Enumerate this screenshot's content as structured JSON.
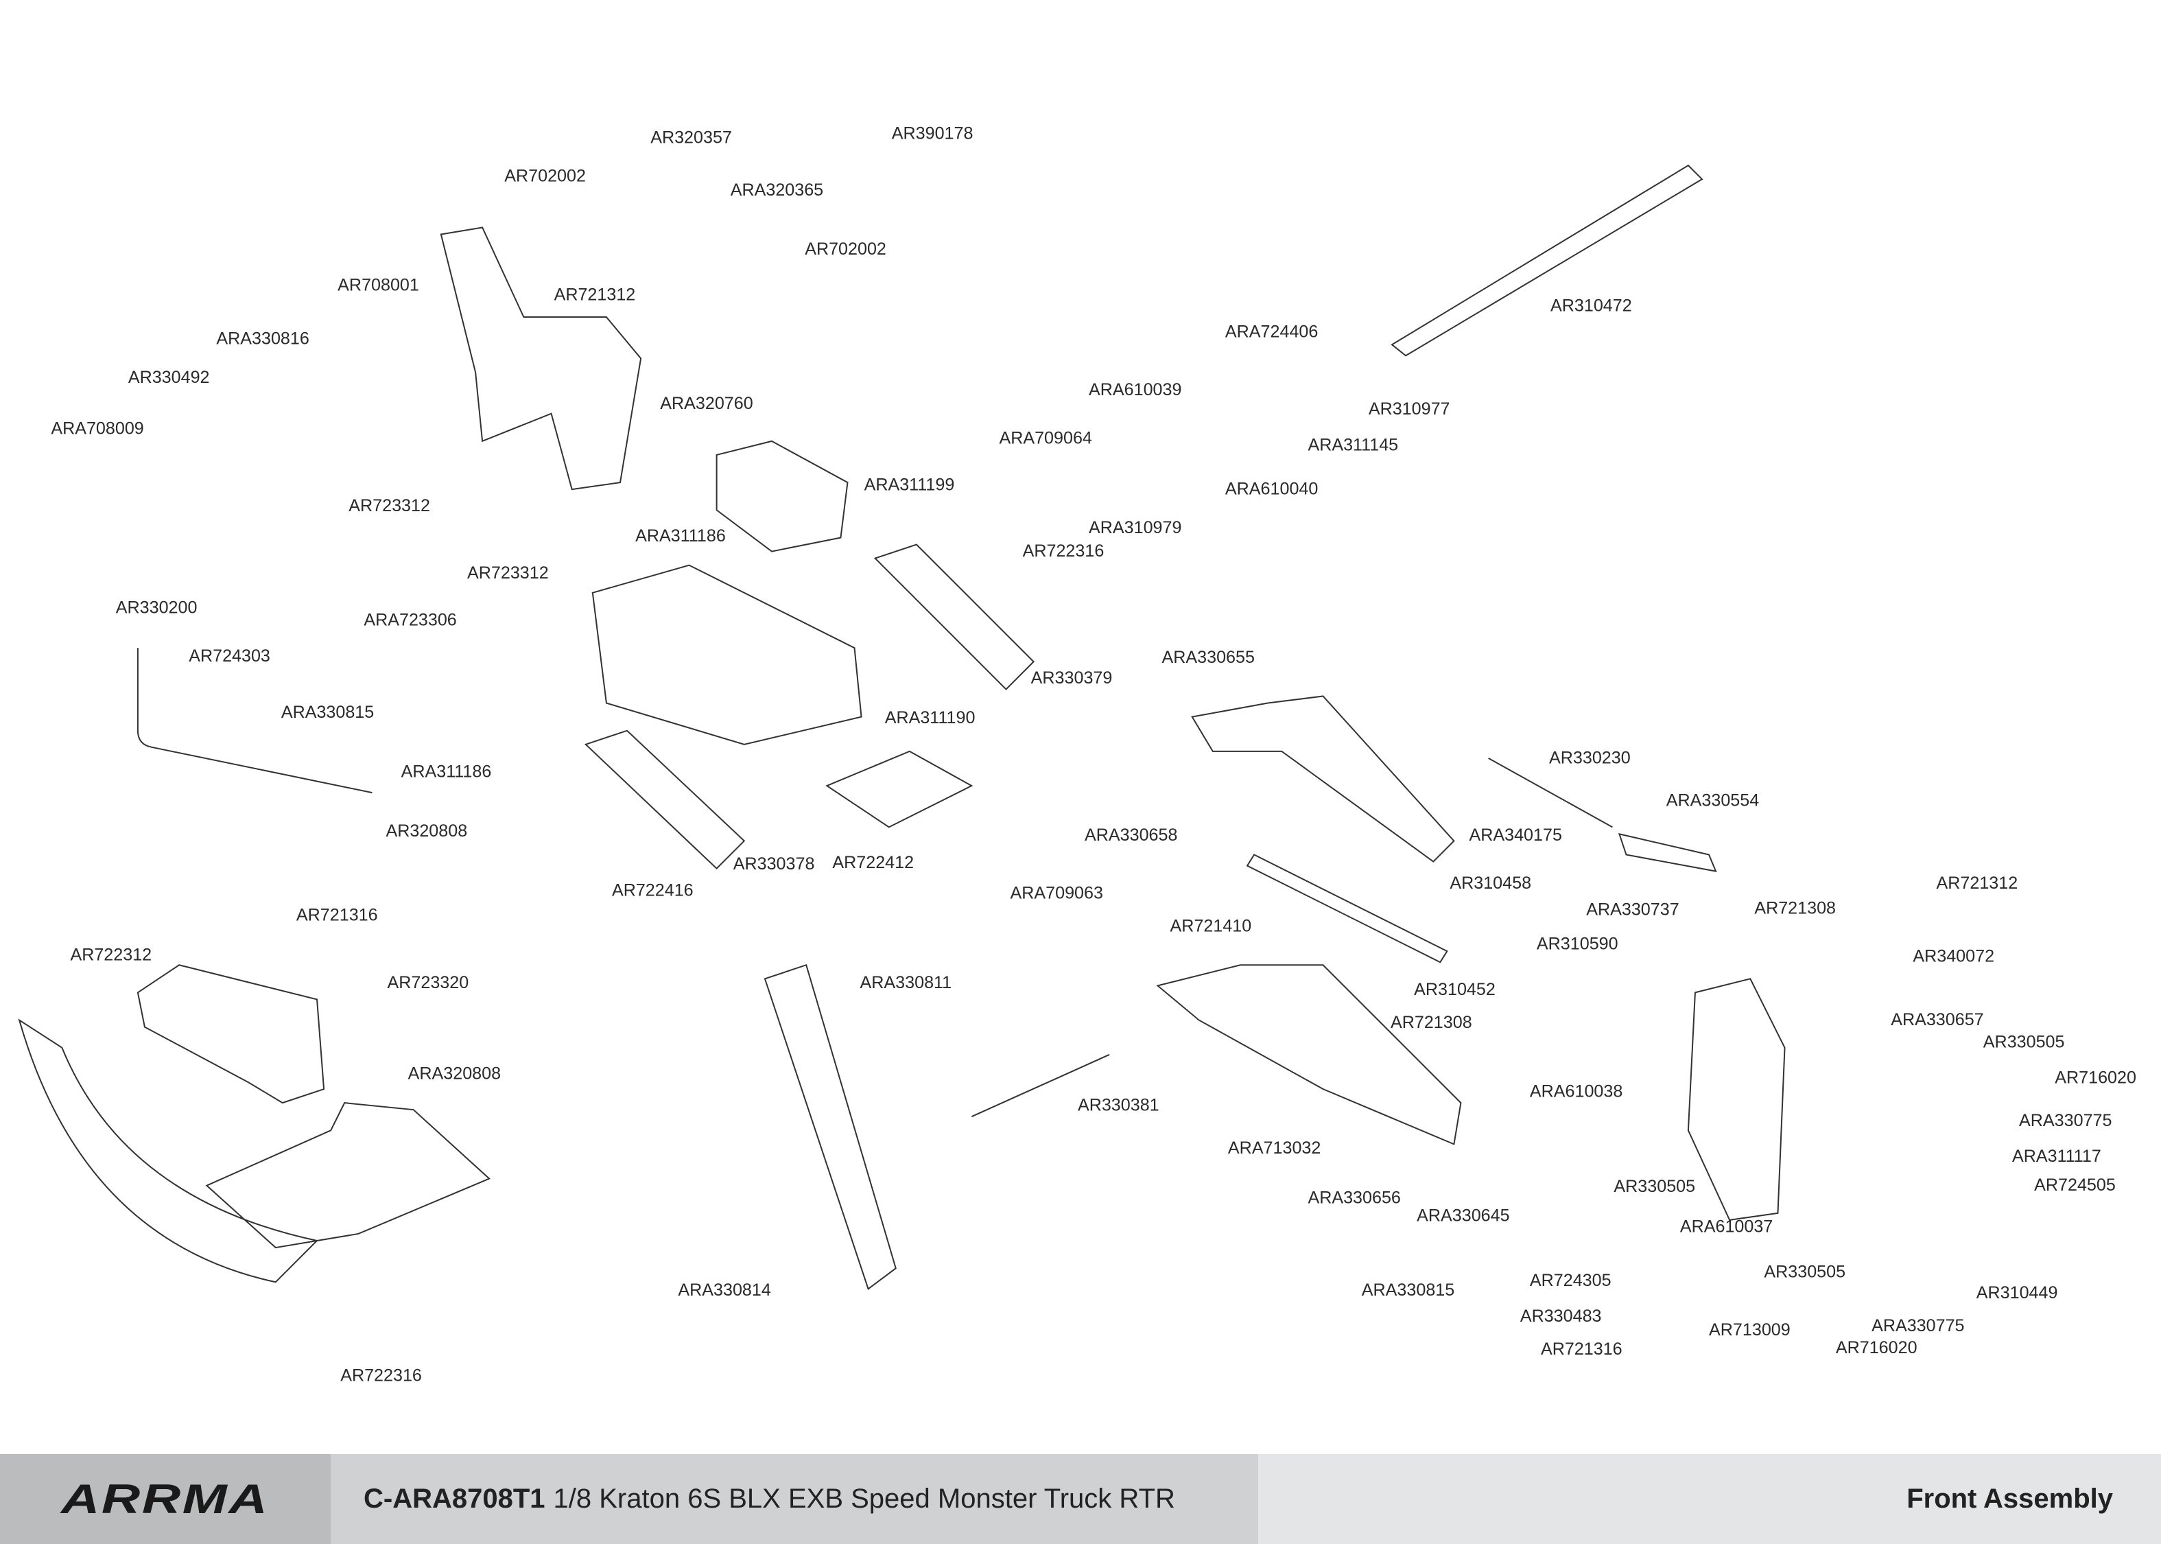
{
  "labels": [
    "AR320357",
    "AR390178",
    "AR702002",
    "ARA320365",
    "AR702002",
    "AR708001",
    "AR721312",
    "AR310472",
    "ARA330816",
    "ARA724406",
    "AR330492",
    "ARA610039",
    "ARA320760",
    "AR310977",
    "ARA708009",
    "ARA709064",
    "ARA311145",
    "ARA311199",
    "ARA610040",
    "AR723312",
    "ARA310979",
    "ARA311186",
    "AR722316",
    "AR723312",
    "AR330200",
    "ARA723306",
    "AR330379",
    "AR724303",
    "ARA330655",
    "ARA330815",
    "ARA311190",
    "ARA311186",
    "AR330230",
    "ARA330554",
    "AR320808",
    "ARA330658",
    "ARA340175",
    "AR330378",
    "AR722412",
    "AR721312",
    "AR722416",
    "AR310458",
    "ARA709063",
    "ARA330737",
    "AR721308",
    "AR721316",
    "AR721410",
    "AR722312",
    "AR310590",
    "AR340072",
    "AR723320",
    "ARA330811",
    "AR310452",
    "AR721308",
    "ARA330657",
    "AR330505",
    "ARA320808",
    "ARA610038",
    "AR716020",
    "AR330381",
    "ARA330775",
    "ARA713032",
    "ARA311117",
    "AR330505",
    "ARA330656",
    "AR724505",
    "ARA330645",
    "ARA610037",
    "AR330505",
    "AR724305",
    "ARA330814",
    "ARA330815",
    "AR310449",
    "AR330483",
    "ARA330775",
    "AR713009",
    "AR721316",
    "AR716020",
    "AR722316"
  ],
  "footer": {
    "logo": "ARRMA",
    "part_number": "C-ARA8708T1",
    "product_name": "1/8 Kraton 6S BLX EXB Speed Monster Truck RTR",
    "section": "Front Assembly"
  }
}
